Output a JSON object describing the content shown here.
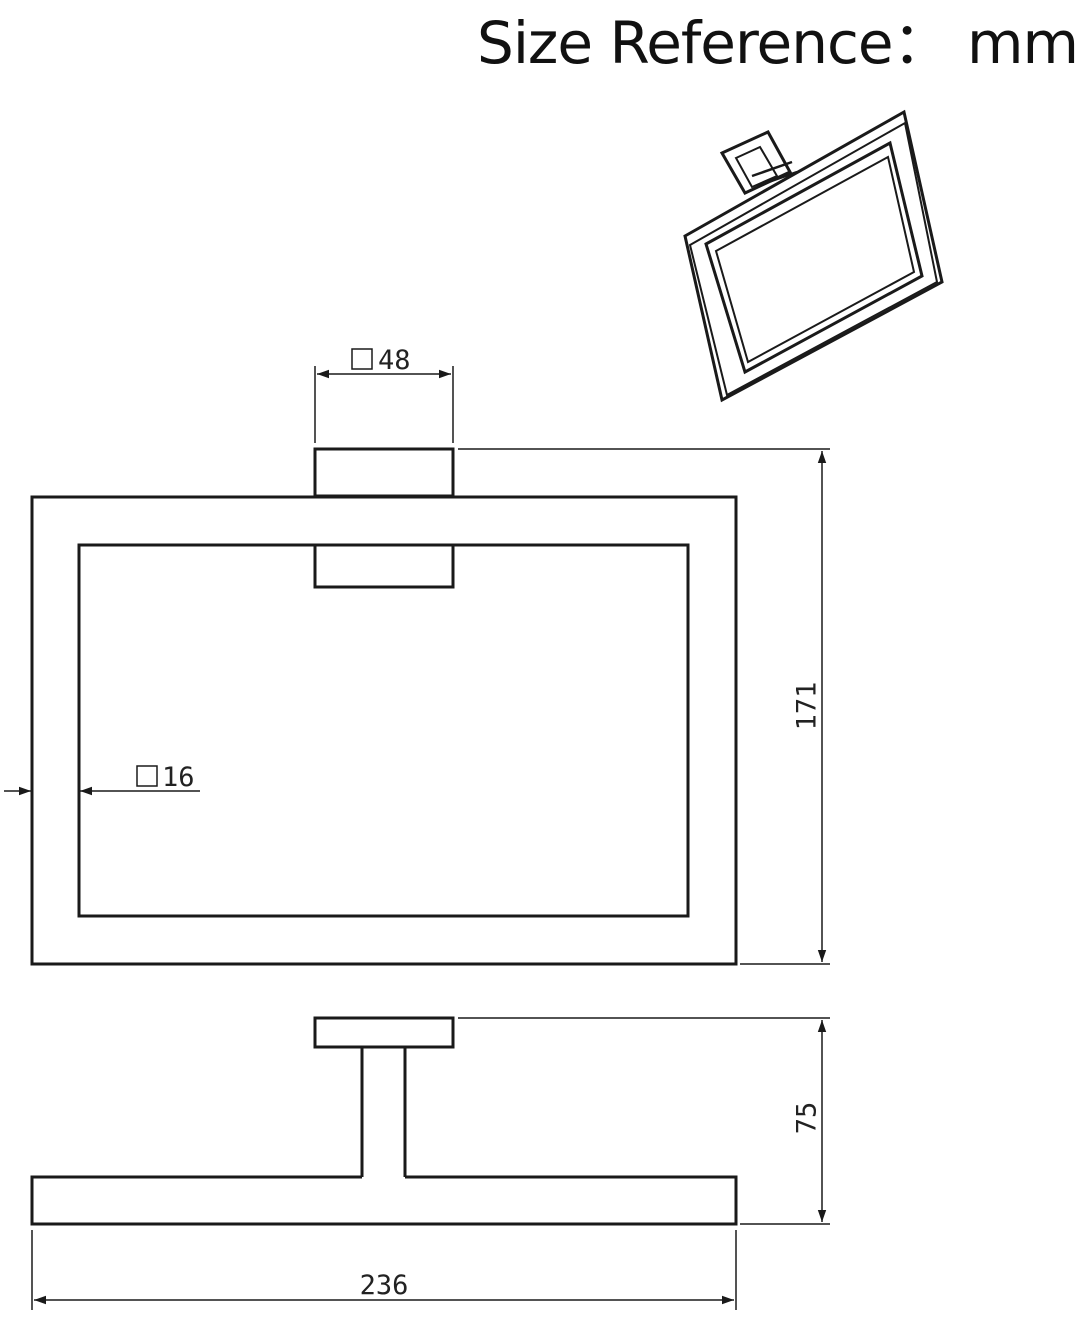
{
  "header": {
    "title": "Size Reference：  mm"
  },
  "dimensions": {
    "base_square": "48",
    "bar_square": "16",
    "height": "171",
    "depth": "75",
    "width": "236"
  },
  "colors": {
    "line": "#1a1a1a",
    "background": "#ffffff"
  }
}
